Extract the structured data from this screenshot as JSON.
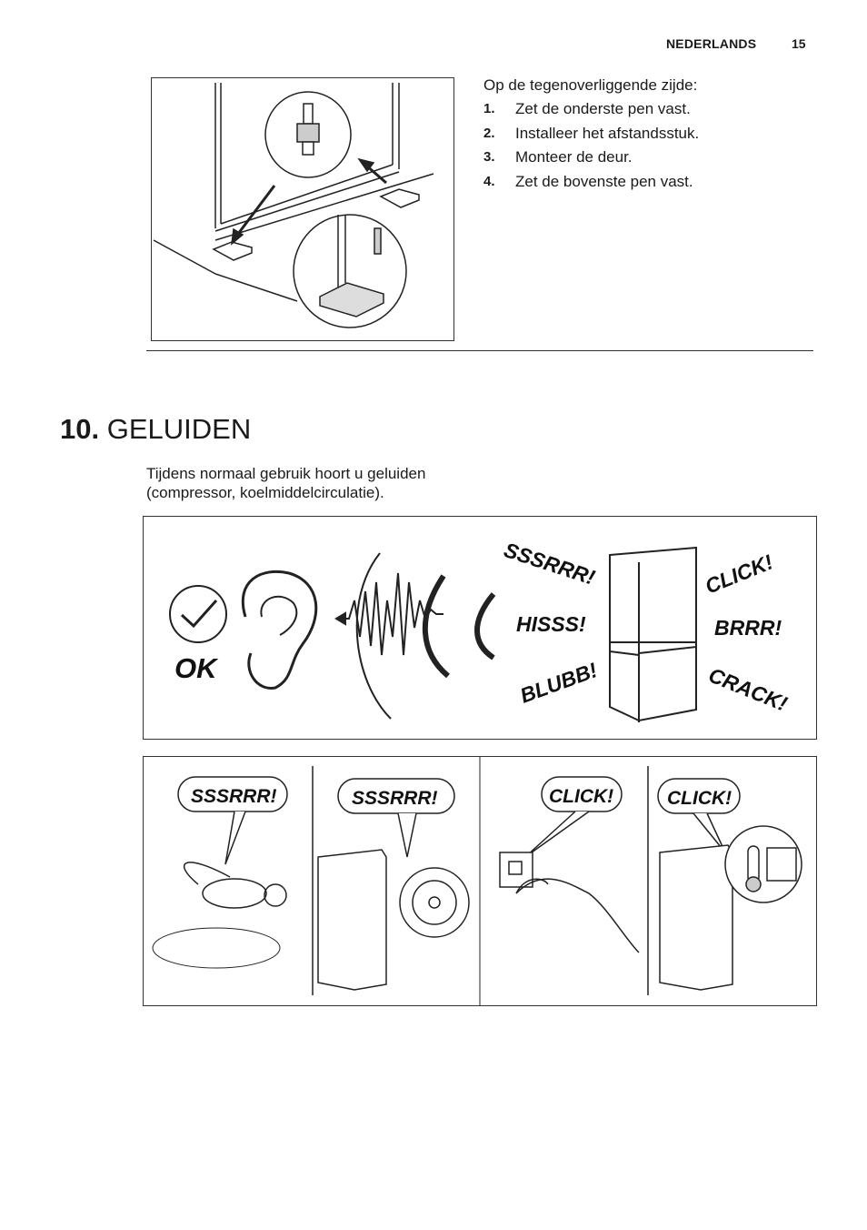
{
  "header": {
    "language": "NEDERLANDS",
    "page_number": "15"
  },
  "install": {
    "intro": "Op de tegenoverliggende zijde:",
    "steps": [
      {
        "num": "1.",
        "text": "Zet de onderste pen vast."
      },
      {
        "num": "2.",
        "text": "Installeer het afstandsstuk."
      },
      {
        "num": "3.",
        "text": "Monteer de deur."
      },
      {
        "num": "4.",
        "text": "Zet de bovenste pen vast."
      }
    ]
  },
  "section": {
    "number": "10.",
    "title": "GELUIDEN"
  },
  "paragraph": {
    "line1": "Tijdens normaal gebruik hoort u geluiden",
    "line2": "(compressor, koelmiddelcirculatie)."
  },
  "noise_panel": {
    "ok_label": "OK",
    "sounds": [
      "SSSRRR!",
      "HISSS!",
      "BLUBB!",
      "CLICK!",
      "BRRR!",
      "CRACK!"
    ]
  },
  "examples_panel": {
    "bubbles": [
      "SSSRRR!",
      "SSSRRR!",
      "CLICK!",
      "CLICK!"
    ]
  }
}
